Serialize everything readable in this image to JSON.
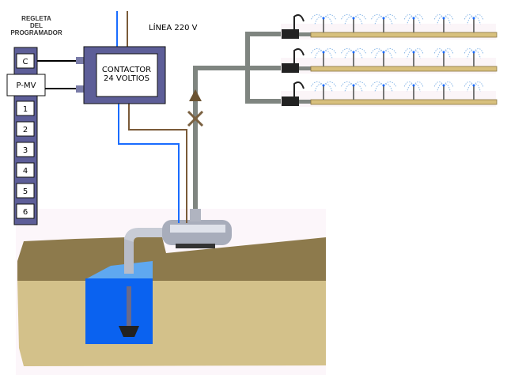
{
  "programmer_strip": {
    "title_lines": [
      "REGLETA",
      "DEL",
      "PROGRAMADOR"
    ],
    "terminals": [
      "C",
      "P-MV",
      "1",
      "2",
      "3",
      "4",
      "5",
      "6"
    ]
  },
  "contactor": {
    "line1": "CONTACTOR",
    "line2": "24 VOLTIOS"
  },
  "power_line_label": "LÍNEA 220 V",
  "colors": {
    "strip": "#5d5e98",
    "wire_blue": "#1a6cff",
    "wire_brown": "#7a5a38",
    "pipe": "#7f8580",
    "sprinkler_line": "#d8c07e",
    "water": "#0a62f0",
    "soil_front": "#d3c18a",
    "soil_top": "#8d7a4c"
  },
  "sprinkler_rows": 3,
  "sprinklers_per_row": 6
}
